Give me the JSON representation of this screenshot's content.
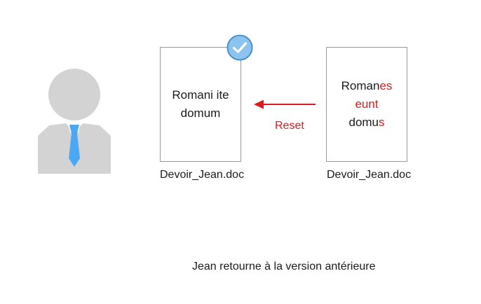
{
  "left_document": {
    "lines": [
      "Romani ite",
      "domum"
    ],
    "filename": "Devoir_Jean.doc"
  },
  "right_document": {
    "line1": {
      "base": "Roman",
      "highlight": "es"
    },
    "line2": {
      "highlight": "eunt"
    },
    "line3": {
      "base": "domu",
      "highlight": "s"
    },
    "filename": "Devoir_Jean.doc"
  },
  "arrow_label": "Reset",
  "caption": "Jean retourne à la version antérieure",
  "icons": {
    "user": "user-with-tie-icon",
    "badge": "checkmark-badge-icon",
    "arrow": "left-arrow-icon"
  },
  "colors": {
    "accent_red": "#e3161b",
    "user_gray": "#d3d3d3",
    "tie_blue": "#4aa8f5",
    "badge_fill": "#8cc4ef",
    "badge_stroke": "#4a8fd0",
    "document_border": "#9a9a9a"
  }
}
